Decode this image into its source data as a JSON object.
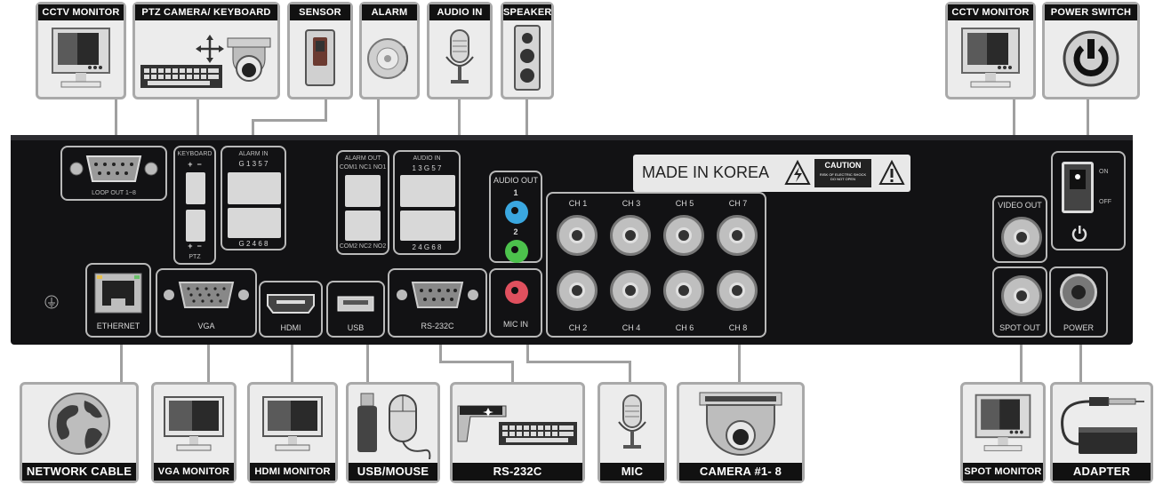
{
  "top_peripherals": [
    {
      "label": "CCTV MONITOR",
      "icon": "monitor-icon"
    },
    {
      "label": "PTZ CAMERA/ KEYBOARD",
      "icon": "ptz-keyboard-icon"
    },
    {
      "label": "SENSOR",
      "icon": "sensor-icon"
    },
    {
      "label": "ALARM",
      "icon": "alarm-icon"
    },
    {
      "label": "AUDIO IN",
      "icon": "microphone-icon"
    },
    {
      "label": "SPEAKER",
      "icon": "speaker-icon"
    },
    {
      "label": "CCTV MONITOR",
      "icon": "monitor-icon"
    },
    {
      "label": "POWER SWITCH",
      "icon": "power-icon"
    }
  ],
  "bottom_peripherals": [
    {
      "label": "NETWORK CABLE",
      "icon": "globe-icon"
    },
    {
      "label": "VGA MONITOR",
      "icon": "monitor-icon"
    },
    {
      "label": "HDMI MONITOR",
      "icon": "monitor-icon"
    },
    {
      "label": "USB/MOUSE",
      "icon": "usb-mouse-icon"
    },
    {
      "label": "RS-232C",
      "icon": "rs232-keyboard-icon"
    },
    {
      "label": "MIC",
      "icon": "microphone-icon"
    },
    {
      "label": "CAMERA #1- 8",
      "icon": "dome-camera-icon"
    },
    {
      "label": "SPOT MONITOR",
      "icon": "monitor-icon"
    },
    {
      "label": "ADAPTER",
      "icon": "adapter-icon"
    }
  ],
  "panel": {
    "loop_out": "LOOP OUT 1~8",
    "keyboard": "KEYBOARD",
    "ptz": "PTZ",
    "alarm_in": "ALARM IN",
    "alarm_in_top": "G 1 3 5 7",
    "alarm_in_bottom": "G 2 4 6 8",
    "alarm_out": "ALARM OUT",
    "alarm_out_top": "COM1 NC1 NO1",
    "alarm_out_bottom": "COM2 NC2 NO2",
    "audio_in": "AUDIO IN",
    "audio_in_top": "1 3 G 5 7",
    "audio_in_bottom": "2 4 G 6 8",
    "audio_out": "AUDIO OUT",
    "audio_out_1": "1",
    "audio_out_2": "2",
    "mic_in": "MIC IN",
    "made_in": "MADE IN KOREA",
    "caution": "CAUTION",
    "caution_sub1": "RISK OF ELECTRIC SHOCK",
    "caution_sub2": "DO NOT OPEN",
    "ethernet": "ETHERNET",
    "vga": "VGA",
    "hdmi": "HDMI",
    "usb": "USB",
    "rs232c": "RS-232C",
    "video_out": "VIDEO OUT",
    "spot_out": "SPOT OUT",
    "power": "POWER",
    "switch_on": "ON",
    "switch_off": "OFF",
    "channels_top": [
      "CH 1",
      "CH 3",
      "CH 5",
      "CH 7"
    ],
    "channels_bottom": [
      "CH 2",
      "CH 4",
      "CH 6",
      "CH 8"
    ]
  },
  "colors": {
    "panel": "#121214",
    "frame": "#a9a9a9",
    "caption_bg": "#111111",
    "audio_out_1": "#3aa7e0",
    "audio_out_2": "#4cc24c",
    "mic_in": "#e0505e"
  }
}
